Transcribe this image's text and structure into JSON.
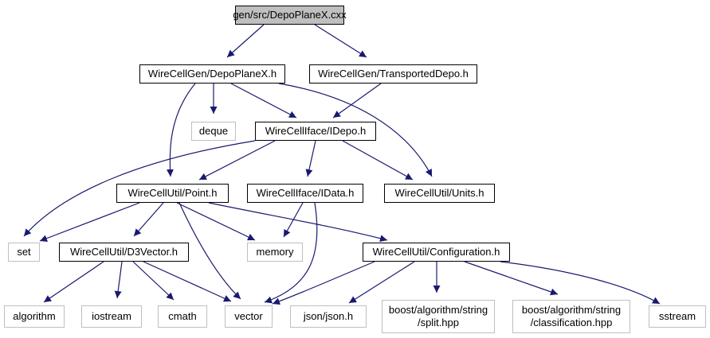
{
  "colors": {
    "edge": "#191970",
    "root_fill": "#bfbfbf",
    "node_border": "#000000",
    "system_border": "#bfbfbf"
  },
  "nodes": {
    "root": "gen/src/DepoPlaneX.cxx",
    "depoplanex_h": "WireCellGen/DepoPlaneX.h",
    "transporteddepo_h": "WireCellGen/TransportedDepo.h",
    "deque": "deque",
    "idepo_h": "WireCellIface/IDepo.h",
    "point_h": "WireCellUtil/Point.h",
    "idata_h": "WireCellIface/IData.h",
    "units_h": "WireCellUtil/Units.h",
    "set": "set",
    "d3vector_h": "WireCellUtil/D3Vector.h",
    "memory": "memory",
    "configuration_h": "WireCellUtil/Configuration.h",
    "algorithm": "algorithm",
    "iostream": "iostream",
    "cmath": "cmath",
    "vector": "vector",
    "json_h": "json/json.h",
    "split_hpp": "boost/algorithm/string\n/split.hpp",
    "classification_hpp": "boost/algorithm/string\n/classification.hpp",
    "sstream": "sstream"
  },
  "edges": [
    [
      "root",
      "depoplanex_h"
    ],
    [
      "root",
      "transporteddepo_h"
    ],
    [
      "depoplanex_h",
      "deque"
    ],
    [
      "depoplanex_h",
      "idepo_h"
    ],
    [
      "depoplanex_h",
      "point_h"
    ],
    [
      "depoplanex_h",
      "units_h"
    ],
    [
      "transporteddepo_h",
      "idepo_h"
    ],
    [
      "idepo_h",
      "set"
    ],
    [
      "idepo_h",
      "point_h"
    ],
    [
      "idepo_h",
      "idata_h"
    ],
    [
      "idepo_h",
      "units_h"
    ],
    [
      "point_h",
      "set"
    ],
    [
      "point_h",
      "d3vector_h"
    ],
    [
      "point_h",
      "memory"
    ],
    [
      "point_h",
      "vector"
    ],
    [
      "point_h",
      "configuration_h"
    ],
    [
      "idata_h",
      "memory"
    ],
    [
      "idata_h",
      "vector"
    ],
    [
      "d3vector_h",
      "algorithm"
    ],
    [
      "d3vector_h",
      "iostream"
    ],
    [
      "d3vector_h",
      "cmath"
    ],
    [
      "d3vector_h",
      "vector"
    ],
    [
      "configuration_h",
      "vector"
    ],
    [
      "configuration_h",
      "json_h"
    ],
    [
      "configuration_h",
      "split_hpp"
    ],
    [
      "configuration_h",
      "classification_hpp"
    ],
    [
      "configuration_h",
      "sstream"
    ]
  ]
}
